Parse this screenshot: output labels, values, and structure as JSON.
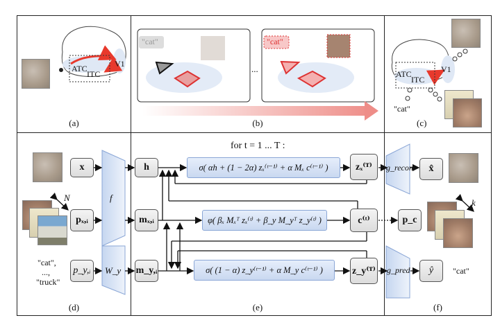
{
  "panels": {
    "a": {
      "label": "(a)",
      "regions": [
        "ATC",
        "ITC",
        "V1"
      ]
    },
    "b": {
      "label": "(b)",
      "ellipsis": "...",
      "left_word": "\"cat\"",
      "right_word": "\"cat\""
    },
    "c": {
      "label": "(c)",
      "regions": [
        "ATC",
        "ITC",
        "V1"
      ],
      "word": "\"cat\""
    },
    "d": {
      "label": "(d)",
      "inputs": [
        "x",
        "p_x,i",
        "p_y,i"
      ],
      "encoders": [
        "f",
        "W_y"
      ],
      "N_label": "N",
      "words": [
        "\"cat\",",
        "...,",
        "\"truck\""
      ]
    },
    "e": {
      "label": "(e)",
      "loop_header": "for  t = 1 ... T :",
      "nodes": [
        "h",
        "m_x,i",
        "m_y,i",
        "z_x^(T)",
        "c^(t)",
        "z_y^(T)"
      ],
      "equations": [
        "σ( αh + (1 − 2α) zₓ⁽ᵗ⁻¹⁾ + α Mₓ c⁽ᵗ⁻¹⁾ )",
        "φ( βₓ Mₓᵀ zₓ⁽ᵗ⁾ + β_y M_yᵀ z_y⁽ᵗ⁾ )",
        "σ( (1 − α) z_y⁽ᵗ⁻¹⁾ + α M_y c⁽ᵗ⁻¹⁾ )"
      ]
    },
    "f": {
      "label": "(f)",
      "decoders": [
        "g_recon",
        "g_pred"
      ],
      "outputs": [
        "x̂",
        "p_c",
        "ŷ"
      ],
      "k_label": "k",
      "word": "\"cat\""
    }
  },
  "node_labels": {
    "x": "x",
    "p_x": "pₓ,ᵢ",
    "p_y": "p_y,ᵢ",
    "f": "f",
    "W_y": "W_y",
    "h": "h",
    "m_x": "mₓ,ᵢ",
    "m_y": "m_y,ᵢ",
    "z_x": "zₓ⁽ᵀ⁾",
    "c": "c⁽ᵗ⁾",
    "z_y": "z_y⁽ᵀ⁾",
    "g_recon": "g_recon",
    "g_pred": "g_pred",
    "x_hat": "x̂",
    "p_c": "p_c",
    "y_hat": "ŷ"
  }
}
